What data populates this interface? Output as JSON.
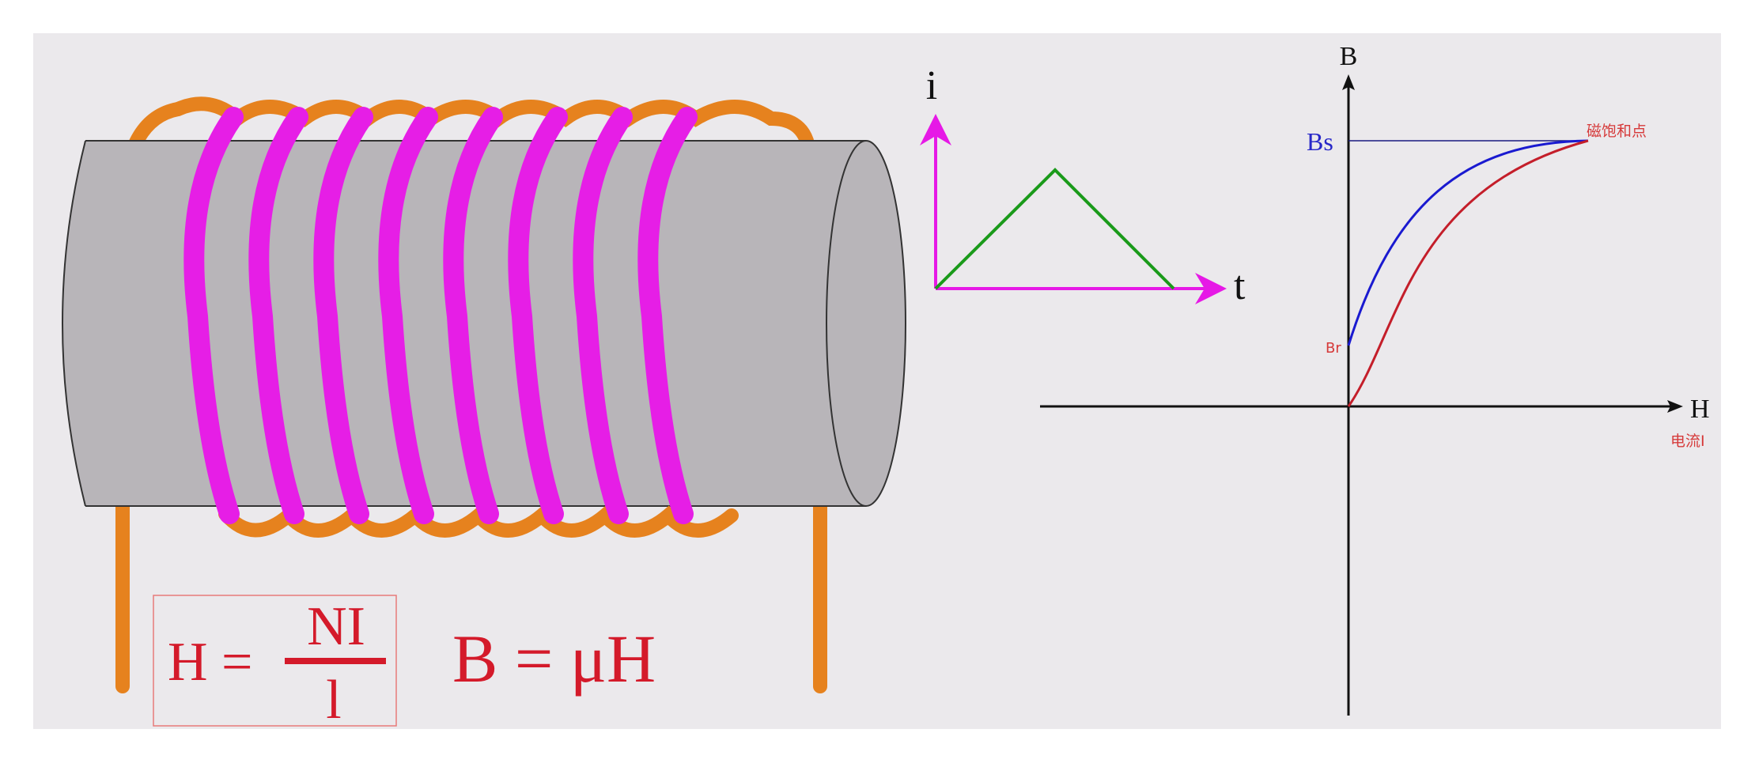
{
  "formulas": {
    "h_lhs": "H =",
    "h_numerator": "NI",
    "h_denominator": "l",
    "b_formula": "B = μH"
  },
  "current_plot": {
    "y_label": "i",
    "x_label": "t",
    "colors": {
      "axes": "#e619e6",
      "waveform": "#1a9a1a"
    }
  },
  "bh_curve": {
    "y_label": "B",
    "x_label": "H",
    "x_note": "电流I",
    "bs_label": "Bs",
    "br_label": "Br",
    "saturation_label": "磁饱和点",
    "colors": {
      "magnetization": "#c41e2a",
      "residual": "#1a1ad0",
      "bs_line": "#1a1a80"
    }
  },
  "coil": {
    "colors": {
      "core": "#b8b5b9",
      "front_wire": "#e61ee6",
      "back_wire": "#e6821e"
    }
  },
  "formula_color": "#d41a2a"
}
